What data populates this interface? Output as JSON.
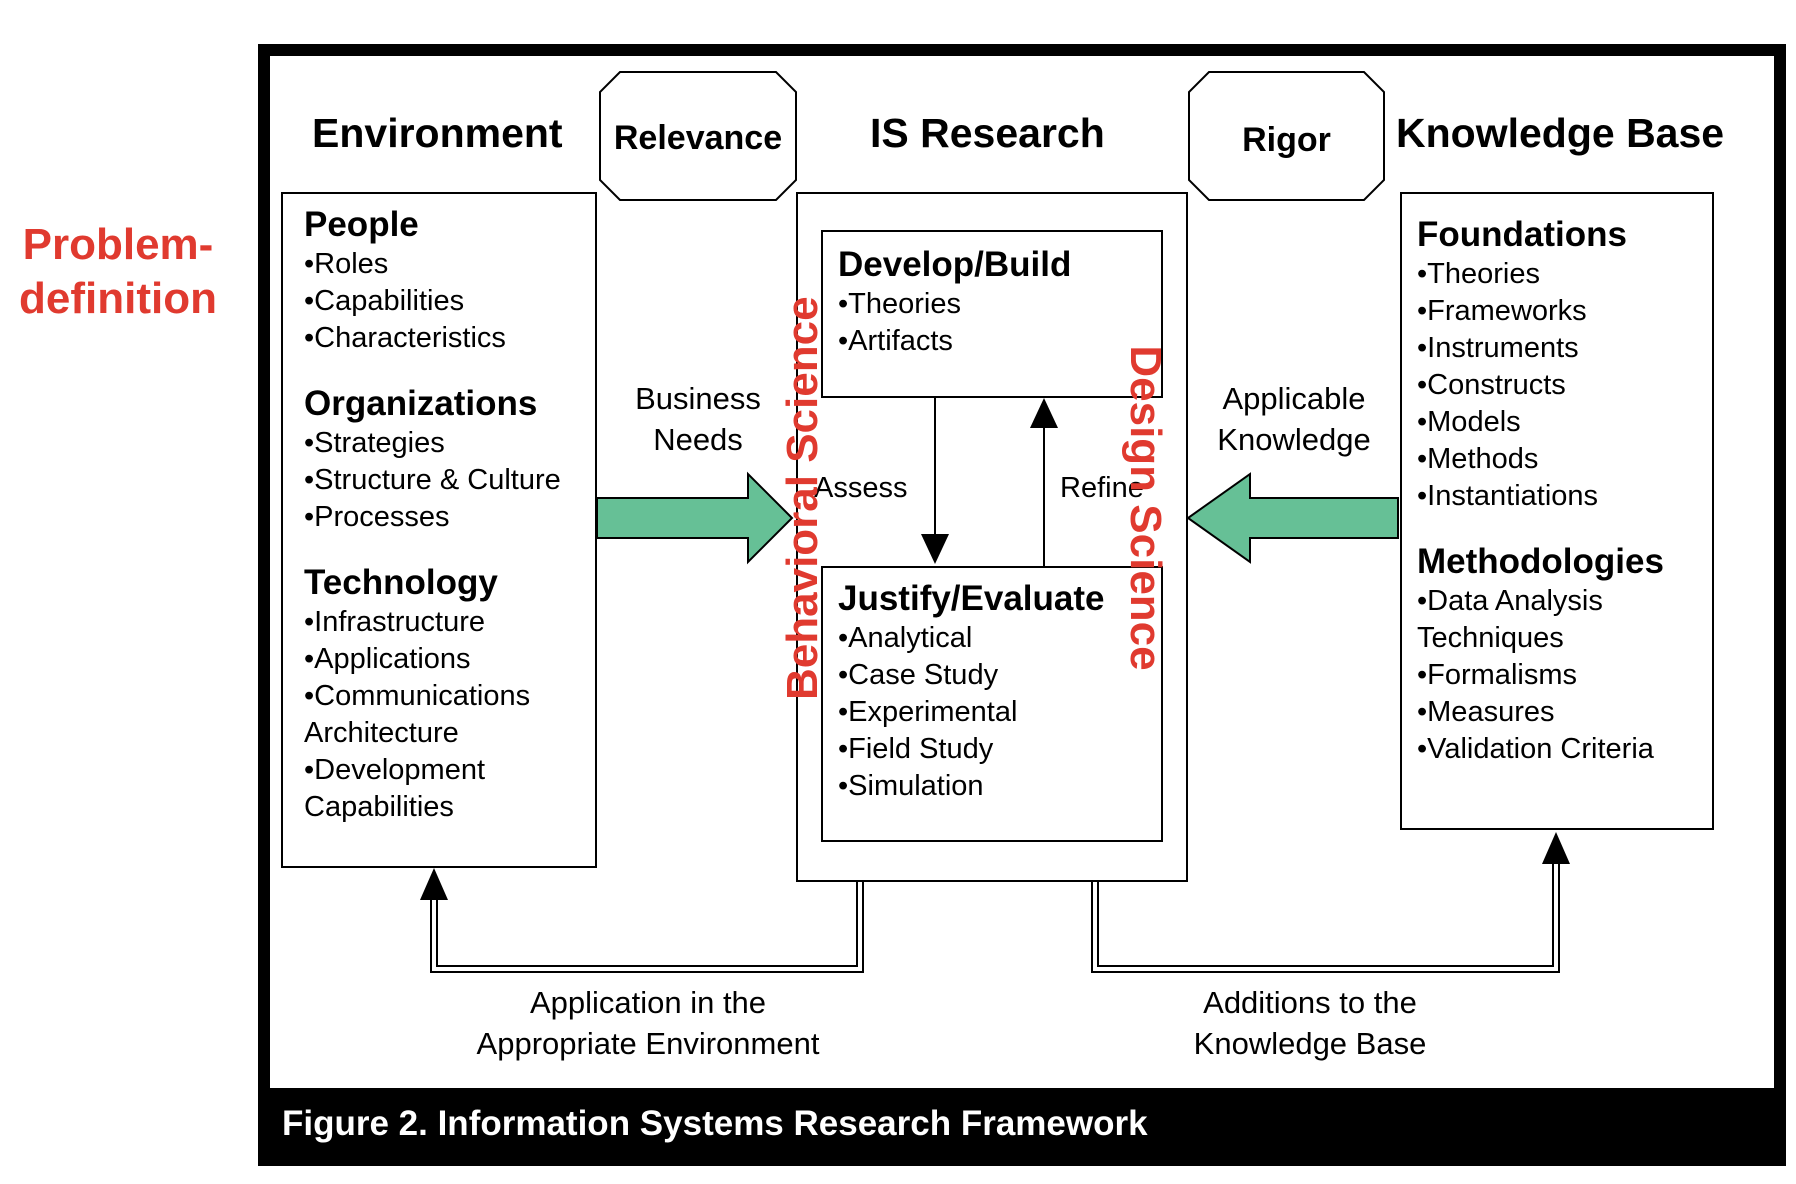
{
  "annotation": {
    "line1": "Problem-",
    "line2": "definition"
  },
  "headers": {
    "environment": "Environment",
    "relevance": "Relevance",
    "is_research": "IS Research",
    "rigor": "Rigor",
    "knowledge_base": "Knowledge Base"
  },
  "environment_box": {
    "groups": [
      {
        "title": "People",
        "items": [
          "•Roles",
          "•Capabilities",
          "•Characteristics"
        ]
      },
      {
        "title": "Organizations",
        "items": [
          "•Strategies",
          "•Structure & Culture",
          "•Processes"
        ]
      },
      {
        "title": "Technology",
        "items": [
          "•Infrastructure",
          "•Applications",
          "•Communications",
          "Architecture",
          "•Development",
          "Capabilities"
        ]
      }
    ]
  },
  "research_box": {
    "develop": {
      "title": "Develop/Build",
      "items": [
        "•Theories",
        "•Artifacts"
      ]
    },
    "justify": {
      "title": "Justify/Evaluate",
      "items": [
        "•Analytical",
        "•Case Study",
        "•Experimental",
        "•Field Study",
        "•Simulation"
      ]
    },
    "assess": "Assess",
    "refine": "Refine"
  },
  "knowledge_box": {
    "groups": [
      {
        "title": "Foundations",
        "items": [
          "•Theories",
          "•Frameworks",
          "•Instruments",
          "•Constructs",
          "•Models",
          "•Methods",
          "•Instantiations"
        ]
      },
      {
        "title": "Methodologies",
        "items": [
          "•Data Analysis",
          "Techniques",
          "•Formalisms",
          "•Measures",
          "•Validation Criteria"
        ]
      }
    ]
  },
  "flows": {
    "business_needs": {
      "line1": "Business",
      "line2": "Needs"
    },
    "applicable_knowledge": {
      "line1": "Applicable",
      "line2": "Knowledge"
    },
    "application": {
      "line1": "Application in the",
      "line2": "Appropriate Environment"
    },
    "additions": {
      "line1": "Additions to the",
      "line2": "Knowledge Base"
    }
  },
  "overlays": {
    "behavioral": "Behavioral Science",
    "design": "Design Science"
  },
  "caption": "Figure 2.  Information Systems Research Framework",
  "colors": {
    "arrow_fill": "#66c096",
    "annotation": "#e03a2f",
    "frame": "#000000"
  }
}
